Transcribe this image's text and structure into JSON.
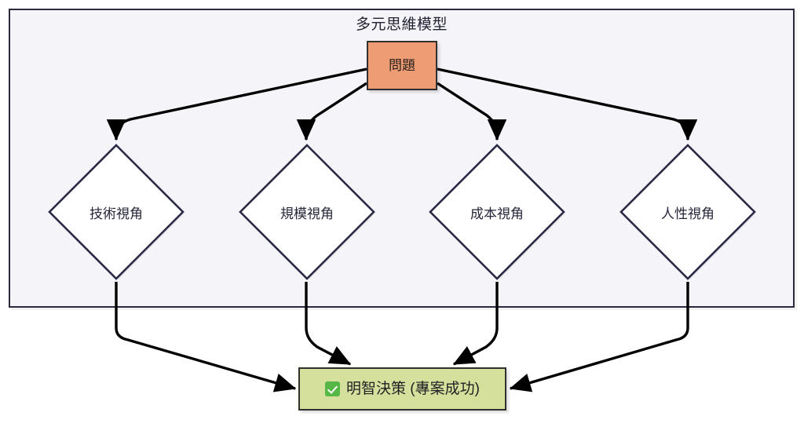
{
  "diagram": {
    "type": "flowchart",
    "direction": "top-down",
    "subgraph": {
      "title": "多元思維模型",
      "background_color": "#f4f4f9",
      "border_color": "#2b2a3d"
    },
    "nodes": [
      {
        "id": "problem",
        "label": "問題",
        "shape": "rectangle",
        "fill_color": "#ed9c74",
        "border_color": "#2f2f2f",
        "text_color": "#241d19"
      },
      {
        "id": "perspective-tech",
        "label": "技術視角",
        "shape": "diamond",
        "fill_color": "#ffffff",
        "border_color": "#2b2a45",
        "text_color": "#26263a"
      },
      {
        "id": "perspective-scale",
        "label": "規模視角",
        "shape": "diamond",
        "fill_color": "#ffffff",
        "border_color": "#2b2a45",
        "text_color": "#26263a"
      },
      {
        "id": "perspective-cost",
        "label": "成本視角",
        "shape": "diamond",
        "fill_color": "#ffffff",
        "border_color": "#2b2a45",
        "text_color": "#26263a"
      },
      {
        "id": "perspective-human",
        "label": "人性視角",
        "shape": "diamond",
        "fill_color": "#ffffff",
        "border_color": "#2b2a45",
        "text_color": "#26263a"
      },
      {
        "id": "decision",
        "icon": "check-mark-button-icon",
        "label": "明智決策 (專案成功)",
        "shape": "rectangle",
        "fill_color": "#d4e09b",
        "border_color": "#2f2f2f",
        "text_color": "#1f2024"
      }
    ],
    "edges": [
      {
        "from": "problem",
        "to": "perspective-tech",
        "arrow": "filled-triangle"
      },
      {
        "from": "problem",
        "to": "perspective-scale",
        "arrow": "filled-triangle"
      },
      {
        "from": "problem",
        "to": "perspective-cost",
        "arrow": "filled-triangle"
      },
      {
        "from": "problem",
        "to": "perspective-human",
        "arrow": "filled-triangle"
      },
      {
        "from": "perspective-tech",
        "to": "decision",
        "arrow": "filled-triangle"
      },
      {
        "from": "perspective-scale",
        "to": "decision",
        "arrow": "filled-triangle"
      },
      {
        "from": "perspective-cost",
        "to": "decision",
        "arrow": "filled-triangle"
      },
      {
        "from": "perspective-human",
        "to": "decision",
        "arrow": "filled-triangle"
      }
    ],
    "edge_color": "#000000"
  }
}
